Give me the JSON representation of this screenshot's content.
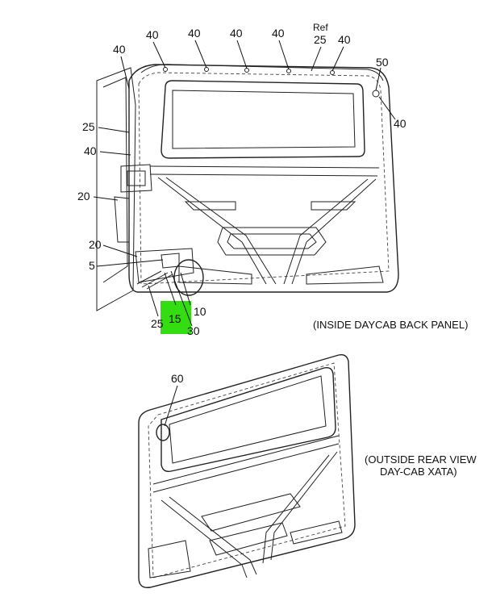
{
  "callouts": {
    "c40_a": "40",
    "c40_b": "40",
    "c40_c": "40",
    "c40_d": "40",
    "c40_e": "40",
    "c40_f": "40",
    "c40_g": "40",
    "c40_h": "40",
    "ref_label": "Ref",
    "c25_ref": "25",
    "c50": "50",
    "c25_left": "25",
    "c20_upper": "20",
    "c20_lower": "20",
    "c5": "5",
    "c10": "10",
    "c15": "15",
    "c25_bottom": "25",
    "c30": "30",
    "c60": "60"
  },
  "captions": {
    "inside_view": "(INSIDE DAYCAB BACK PANEL)",
    "outside_view_line1": "(OUTSIDE REAR VIEW",
    "outside_view_line2": "DAY-CAB XATA)"
  },
  "highlight": {
    "label": "15",
    "color": "#33dd11"
  }
}
